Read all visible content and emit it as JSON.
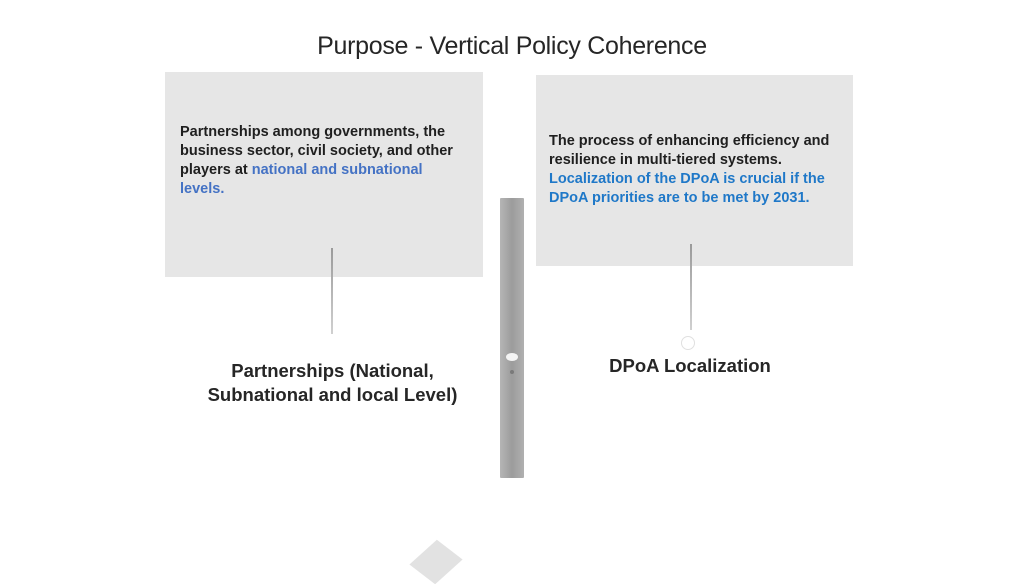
{
  "slide": {
    "title": "Purpose - Vertical Policy Coherence"
  },
  "left_panel": {
    "text_plain": "Partnerships among governments, the business sector, civil society, and other players at ",
    "text_highlight": "national and subnational levels.",
    "caption": "Partnerships (National, Subnational and local Level)"
  },
  "right_panel": {
    "text_plain": "The process of enhancing efficiency and resilience in multi-tiered systems.",
    "text_highlight": "Localization of the DPoA is crucial if the DPoA priorities are to be met by 2031.",
    "caption": "DPoA Localization"
  },
  "colors": {
    "box_fill": "#e6e6e6",
    "highlight_left": "#4472c4",
    "highlight_right": "#1f78c8",
    "pillar": "#a6a6a6"
  }
}
